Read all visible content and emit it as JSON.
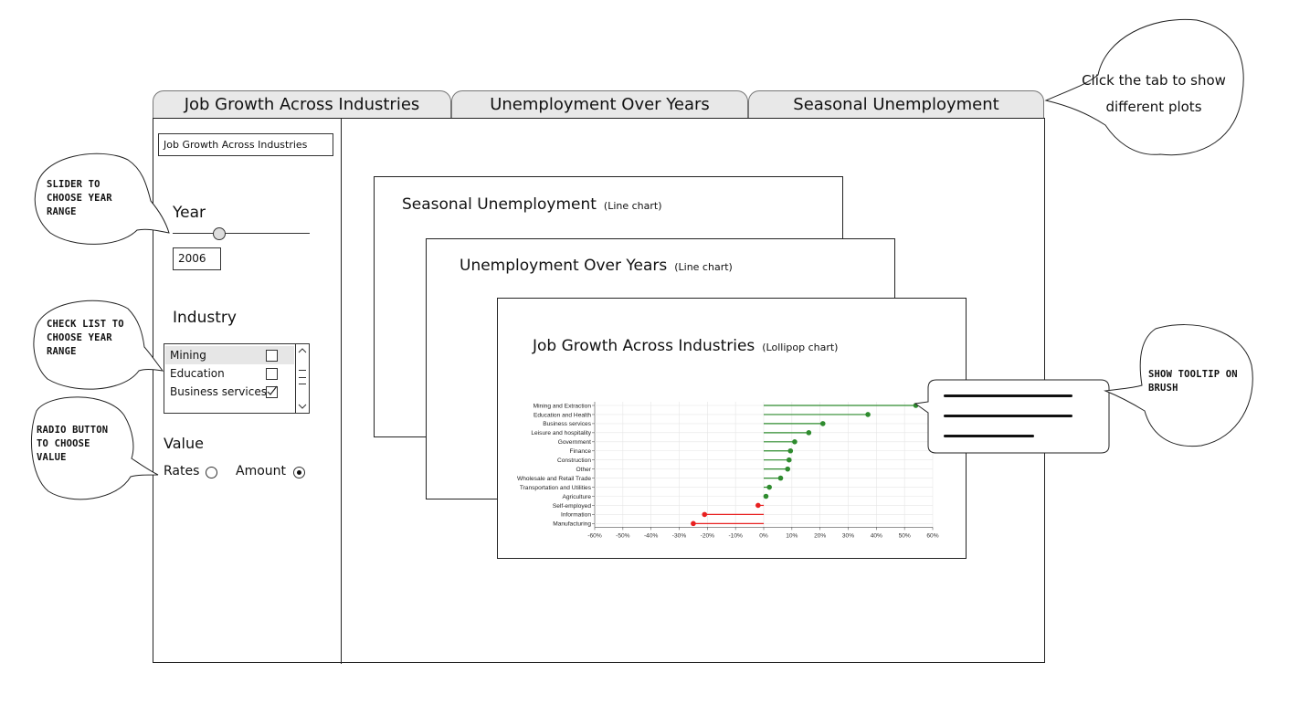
{
  "tabs": [
    {
      "label": "Job Growth Across Industries",
      "active": true
    },
    {
      "label": "Unemployment Over Years",
      "active": false
    },
    {
      "label": "Seasonal Unemployment",
      "active": false
    }
  ],
  "callouts": {
    "tabs": "Click the tab to show different plots",
    "slider": "SLIDER TO CHOOSE YEAR RANGE",
    "checklist": "CHECK LIST TO CHOOSE YEAR RANGE",
    "radio": "RADIO BUTTON TO CHOOSE VALUE",
    "tooltip": "SHOW TOOLTIP ON BRUSH"
  },
  "sidebar": {
    "dropdown_value": "Job Growth Across Industries",
    "year_label": "Year",
    "year_value": "2006",
    "slider_level": 0.34,
    "industry_label": "Industry",
    "industries": [
      {
        "label": "Mining",
        "checked": false
      },
      {
        "label": "Education",
        "checked": false
      },
      {
        "label": "Business services",
        "checked": true
      }
    ],
    "value_label": "Value",
    "radio_options": [
      {
        "label": "Rates",
        "selected": false
      },
      {
        "label": "Amount",
        "selected": true
      }
    ]
  },
  "cards": {
    "seasonal": {
      "title": "Seasonal Unemployment",
      "subtitle": "(Line chart)"
    },
    "over_years": {
      "title": "Unemployment Over Years",
      "subtitle": "(Line chart)"
    },
    "job_growth": {
      "title": "Job Growth Across Industries",
      "subtitle": "(Lollipop chart)"
    }
  },
  "icons": {
    "scroll_up": "chevron-up-icon",
    "scroll_down": "chevron-down-icon",
    "checkmark": "check-icon"
  },
  "colors": {
    "positive": "#2e8b2e",
    "negative": "#e82020"
  },
  "chart_data": {
    "type": "lollipop",
    "categories": [
      "Mining and Extraction",
      "Education and Health",
      "Business services",
      "Leisure and hospitality",
      "Government",
      "Finance",
      "Construction",
      "Other",
      "Wholesale and Retail Trade",
      "Transportation and Utilities",
      "Agriculture",
      "Self-employed",
      "Information",
      "Manufacturing"
    ],
    "values": [
      54,
      37,
      21,
      16,
      11,
      9.5,
      9,
      8.5,
      6,
      2,
      0.8,
      -2,
      -21,
      -25
    ],
    "xticks": [
      "-60%",
      "-50%",
      "-40%",
      "-30%",
      "-20%",
      "-10%",
      "0%",
      "10%",
      "20%",
      "30%",
      "40%",
      "50%",
      "60%"
    ],
    "xlim": [
      -60,
      60
    ],
    "grid": true
  }
}
